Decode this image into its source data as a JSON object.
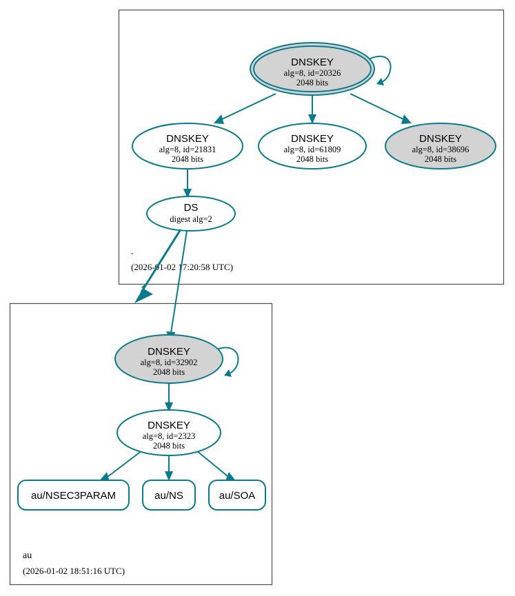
{
  "diagram": {
    "kind": "dnssec-authentication-chain",
    "colors": {
      "node_stroke": "#0a7b8c",
      "edge": "#0a7b8c",
      "secure_fill": "#d3d3d3",
      "plain_fill": "#ffffff",
      "cluster_border": "#4d4d4d"
    }
  },
  "zones": [
    {
      "id": "root",
      "name": ".",
      "timestamp": "(2026-01-02 17:20:58 UTC)",
      "nodes": [
        {
          "id": "root-ksk-20326",
          "type": "DNSKEY",
          "title": "DNSKEY",
          "line2": "alg=8, id=20326",
          "line3": "2048 bits",
          "shape": "doubleellipse",
          "fill": "#d3d3d3",
          "self_signed": true
        },
        {
          "id": "root-zsk-21831",
          "type": "DNSKEY",
          "title": "DNSKEY",
          "line2": "alg=8, id=21831",
          "line3": "2048 bits",
          "shape": "ellipse",
          "fill": "#ffffff",
          "self_signed": false
        },
        {
          "id": "root-zsk-61809",
          "type": "DNSKEY",
          "title": "DNSKEY",
          "line2": "alg=8, id=61809",
          "line3": "2048 bits",
          "shape": "ellipse",
          "fill": "#ffffff",
          "self_signed": false
        },
        {
          "id": "root-zsk-38696",
          "type": "DNSKEY",
          "title": "DNSKEY",
          "line2": "alg=8, id=38696",
          "line3": "2048 bits",
          "shape": "ellipse",
          "fill": "#d3d3d3",
          "self_signed": false
        },
        {
          "id": "root-ds-au",
          "type": "DS",
          "title": "DS",
          "line2": "digest alg=2",
          "line3": "",
          "shape": "ellipse",
          "fill": "#ffffff",
          "self_signed": false
        }
      ]
    },
    {
      "id": "au",
      "name": "au",
      "timestamp": "(2026-01-02 18:51:16 UTC)",
      "nodes": [
        {
          "id": "au-ksk-32902",
          "type": "DNSKEY",
          "title": "DNSKEY",
          "line2": "alg=8, id=32902",
          "line3": "2048 bits",
          "shape": "ellipse",
          "fill": "#d3d3d3",
          "self_signed": true
        },
        {
          "id": "au-zsk-2323",
          "type": "DNSKEY",
          "title": "DNSKEY",
          "line2": "alg=8, id=2323",
          "line3": "2048 bits",
          "shape": "ellipse",
          "fill": "#ffffff",
          "self_signed": false
        },
        {
          "id": "au-rrset-nsec3param",
          "type": "RRset",
          "title": "au/NSEC3PARAM",
          "shape": "roundrect",
          "fill": "#ffffff"
        },
        {
          "id": "au-rrset-ns",
          "type": "RRset",
          "title": "au/NS",
          "shape": "roundrect",
          "fill": "#ffffff"
        },
        {
          "id": "au-rrset-soa",
          "type": "RRset",
          "title": "au/SOA",
          "shape": "roundrect",
          "fill": "#ffffff"
        }
      ]
    }
  ],
  "edges": [
    {
      "from": "root-ksk-20326",
      "to": "root-ksk-20326",
      "kind": "self-sign"
    },
    {
      "from": "root-ksk-20326",
      "to": "root-zsk-21831",
      "kind": "signs"
    },
    {
      "from": "root-ksk-20326",
      "to": "root-zsk-61809",
      "kind": "signs"
    },
    {
      "from": "root-ksk-20326",
      "to": "root-zsk-38696",
      "kind": "signs"
    },
    {
      "from": "root-zsk-21831",
      "to": "root-ds-au",
      "kind": "signs"
    },
    {
      "from": "root-ds-au",
      "to": "au-ksk-32902",
      "kind": "ds-to-dnskey"
    },
    {
      "from": "root-ds-au",
      "to": "au",
      "kind": "delegation"
    },
    {
      "from": "au-ksk-32902",
      "to": "au-ksk-32902",
      "kind": "self-sign"
    },
    {
      "from": "au-ksk-32902",
      "to": "au-zsk-2323",
      "kind": "signs"
    },
    {
      "from": "au-zsk-2323",
      "to": "au-rrset-nsec3param",
      "kind": "signs"
    },
    {
      "from": "au-zsk-2323",
      "to": "au-rrset-ns",
      "kind": "signs"
    },
    {
      "from": "au-zsk-2323",
      "to": "au-rrset-soa",
      "kind": "signs"
    }
  ]
}
